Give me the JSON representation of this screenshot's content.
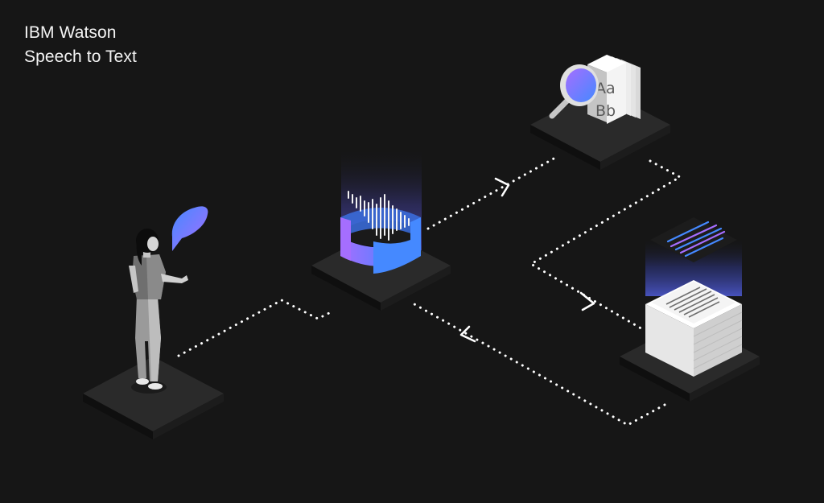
{
  "title": {
    "line1": "IBM Watson",
    "line2": "Speech to Text"
  },
  "glyphs": {
    "row1": "Aa",
    "row2": "Bb"
  },
  "icons": {
    "speaker": "person-speaking-icon",
    "speech": "speech-bubble-icon",
    "processor": "audio-waveform-ring-icon",
    "search": "magnifying-glass-icon",
    "alphabet": "alphabet-documents-icon",
    "transcript": "text-transcript-document-icon"
  },
  "colors": {
    "background": "#161616",
    "accent_blue": "#4589ff",
    "accent_purple": "#a56eff",
    "platform_top": "#2a2a2a",
    "connector": "#ffffff"
  }
}
